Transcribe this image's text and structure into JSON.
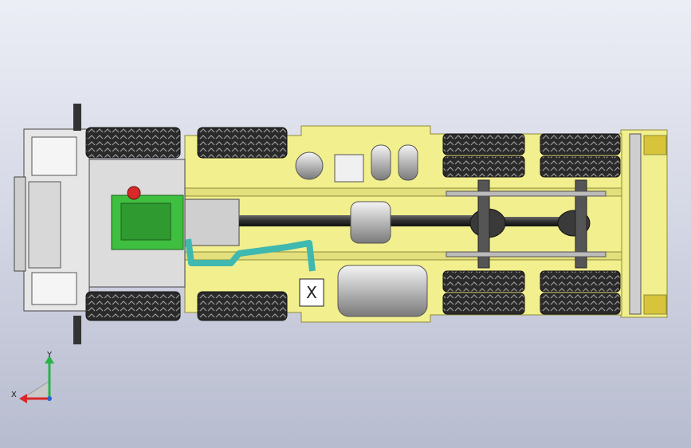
{
  "viewport": {
    "background_top": "#eceef6",
    "background_bottom": "#b7bccf"
  },
  "model": {
    "view": "bottom",
    "colors": {
      "frame": "#f2ef8e",
      "frame_edge": "#8f8b3a",
      "tire": "#2a2a2a",
      "engine": "#3fbf3f",
      "coolant_pipe": "#3fb8b0",
      "tank": "#c9c9c9",
      "cab": "#e6e6e6"
    },
    "tank_marker": "X"
  },
  "triad": {
    "x_label": "X",
    "y_label": "Y",
    "x_color": "#d8262a",
    "y_color": "#2ab34a",
    "z_color": "#2a62d8"
  }
}
